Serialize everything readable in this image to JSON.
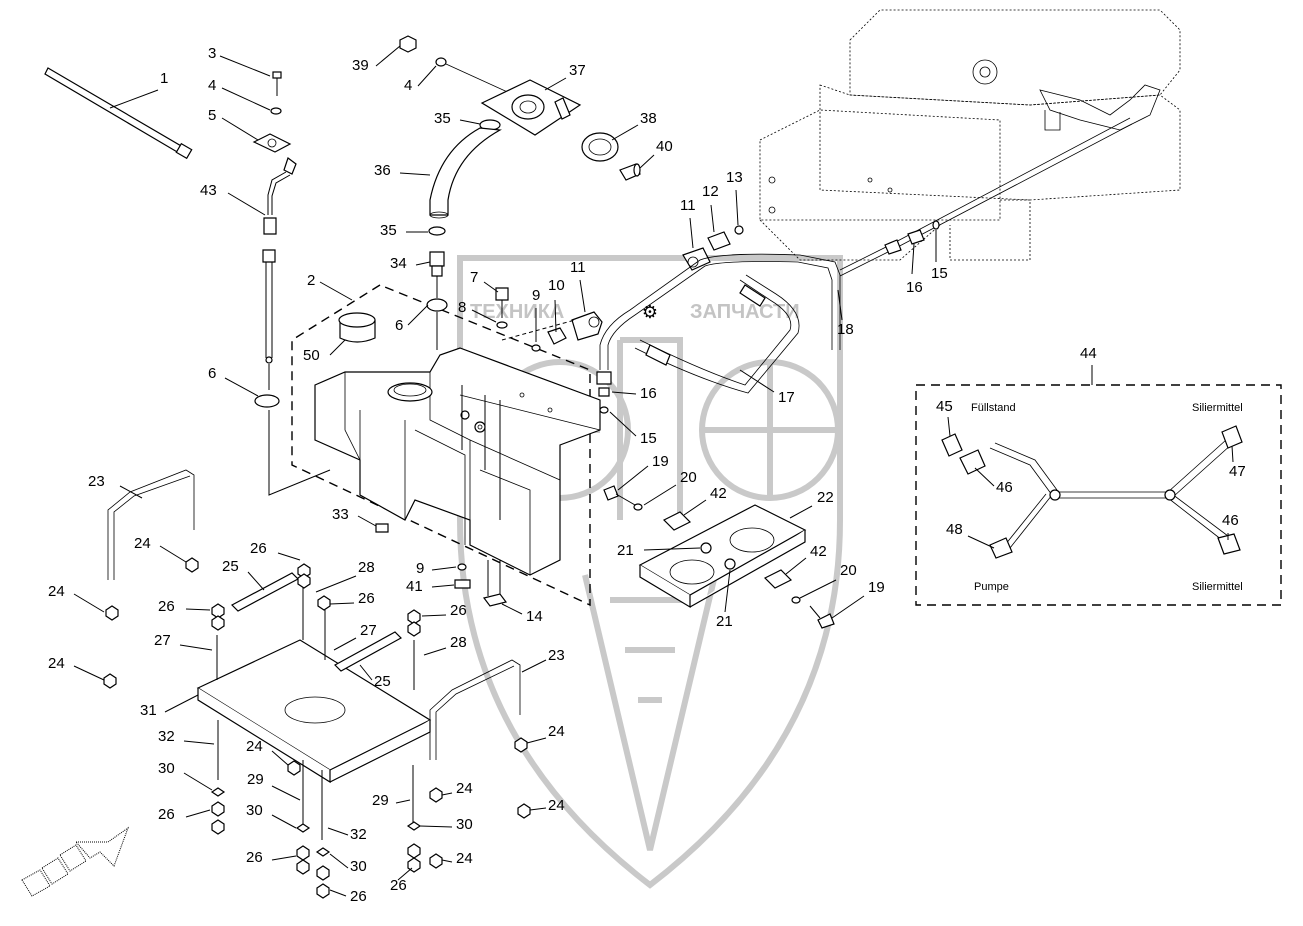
{
  "diagram": {
    "watermark": {
      "line1_left": "ТЕХНИКА",
      "line1_right": "ЗАПЧАСТИ",
      "monogram": "ЭПФ"
    },
    "inset": {
      "number": "44",
      "labels": {
        "fuellstand": "Füllstand",
        "siliermittel_top": "Siliermittel",
        "pumpe": "Pumpe",
        "siliermittel_bottom": "Siliermittel"
      }
    },
    "callouts": [
      {
        "id": "c1",
        "text": "1"
      },
      {
        "id": "c3",
        "text": "3"
      },
      {
        "id": "c4a",
        "text": "4"
      },
      {
        "id": "c5",
        "text": "5"
      },
      {
        "id": "c43",
        "text": "43"
      },
      {
        "id": "c2",
        "text": "2"
      },
      {
        "id": "c50",
        "text": "50"
      },
      {
        "id": "c6a",
        "text": "6"
      },
      {
        "id": "c6b",
        "text": "6"
      },
      {
        "id": "c39",
        "text": "39"
      },
      {
        "id": "c4b",
        "text": "4"
      },
      {
        "id": "c37",
        "text": "37"
      },
      {
        "id": "c35a",
        "text": "35"
      },
      {
        "id": "c38",
        "text": "38"
      },
      {
        "id": "c40",
        "text": "40"
      },
      {
        "id": "c36",
        "text": "36"
      },
      {
        "id": "c35b",
        "text": "35"
      },
      {
        "id": "c34",
        "text": "34"
      },
      {
        "id": "c7",
        "text": "7"
      },
      {
        "id": "c8",
        "text": "8"
      },
      {
        "id": "c9a",
        "text": "9"
      },
      {
        "id": "c10",
        "text": "10"
      },
      {
        "id": "c11a",
        "text": "11"
      },
      {
        "id": "c11b",
        "text": "11"
      },
      {
        "id": "c12",
        "text": "12"
      },
      {
        "id": "c13",
        "text": "13"
      },
      {
        "id": "c15a",
        "text": "15"
      },
      {
        "id": "c16a",
        "text": "16"
      },
      {
        "id": "c18",
        "text": "18"
      },
      {
        "id": "c16b",
        "text": "16"
      },
      {
        "id": "c17",
        "text": "17"
      },
      {
        "id": "c15b",
        "text": "15"
      },
      {
        "id": "c19a",
        "text": "19"
      },
      {
        "id": "c20a",
        "text": "20"
      },
      {
        "id": "c42a",
        "text": "42"
      },
      {
        "id": "c22",
        "text": "22"
      },
      {
        "id": "c21a",
        "text": "21"
      },
      {
        "id": "c42b",
        "text": "42"
      },
      {
        "id": "c20b",
        "text": "20"
      },
      {
        "id": "c19b",
        "text": "19"
      },
      {
        "id": "c21b",
        "text": "21"
      },
      {
        "id": "c14",
        "text": "14"
      },
      {
        "id": "c33",
        "text": "33"
      },
      {
        "id": "c9b",
        "text": "9"
      },
      {
        "id": "c41",
        "text": "41"
      },
      {
        "id": "c23a",
        "text": "23"
      },
      {
        "id": "c24a",
        "text": "24"
      },
      {
        "id": "c26a",
        "text": "26"
      },
      {
        "id": "c25a",
        "text": "25"
      },
      {
        "id": "c28a",
        "text": "28"
      },
      {
        "id": "c24b",
        "text": "24"
      },
      {
        "id": "c26b",
        "text": "26"
      },
      {
        "id": "c26c",
        "text": "26"
      },
      {
        "id": "c26d",
        "text": "26"
      },
      {
        "id": "c27a",
        "text": "27"
      },
      {
        "id": "c27b",
        "text": "27"
      },
      {
        "id": "c28b",
        "text": "28"
      },
      {
        "id": "c24c",
        "text": "24"
      },
      {
        "id": "c25b",
        "text": "25"
      },
      {
        "id": "c23b",
        "text": "23"
      },
      {
        "id": "c31",
        "text": "31"
      },
      {
        "id": "c32a",
        "text": "32"
      },
      {
        "id": "c24d",
        "text": "24"
      },
      {
        "id": "c24e",
        "text": "24"
      },
      {
        "id": "c30a",
        "text": "30"
      },
      {
        "id": "c29a",
        "text": "29"
      },
      {
        "id": "c29b",
        "text": "29"
      },
      {
        "id": "c24f",
        "text": "24"
      },
      {
        "id": "c24g",
        "text": "24"
      },
      {
        "id": "c26e",
        "text": "26"
      },
      {
        "id": "c30b",
        "text": "30"
      },
      {
        "id": "c32b",
        "text": "32"
      },
      {
        "id": "c30c",
        "text": "30"
      },
      {
        "id": "c26f",
        "text": "26"
      },
      {
        "id": "c30d",
        "text": "30"
      },
      {
        "id": "c24h",
        "text": "24"
      },
      {
        "id": "c26g",
        "text": "26"
      },
      {
        "id": "c26h",
        "text": "26"
      },
      {
        "id": "i45",
        "text": "45"
      },
      {
        "id": "i46a",
        "text": "46"
      },
      {
        "id": "i47",
        "text": "47"
      },
      {
        "id": "i48",
        "text": "48"
      },
      {
        "id": "i46b",
        "text": "46"
      }
    ]
  }
}
